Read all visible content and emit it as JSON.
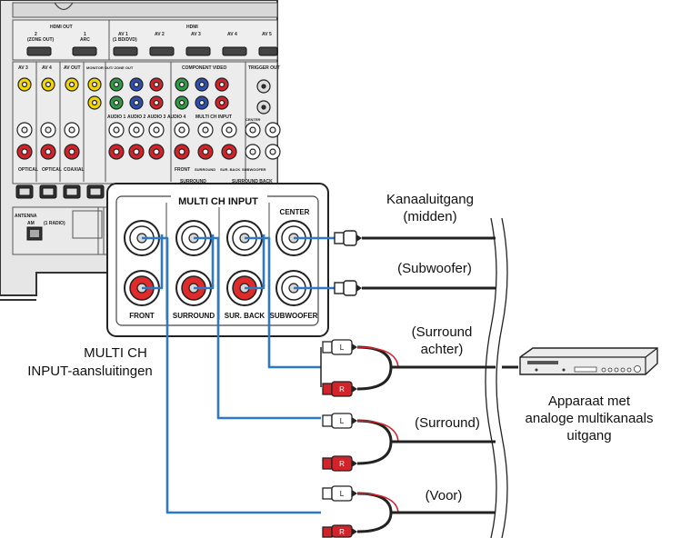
{
  "figure": {
    "receiver_labels": {
      "hdmi_out": "HDMI OUT",
      "hdmi_out_2": "2",
      "zone_out": "(ZONE OUT)",
      "hdmi_out_1": "1",
      "arc": "ARC",
      "hdmi": "HDMI",
      "av1": "AV 1",
      "av1_sub": "(1 BD/DVD)",
      "av2": "AV 2",
      "av3": "AV 3",
      "av4": "AV 4",
      "av5": "AV 5",
      "av3_left": "AV 3",
      "av4_left": "AV 4",
      "av_out": "AV OUT",
      "monitor_out": "MONITOR OUT/ ZONE OUT",
      "component_video": "COMPONENT VIDEO",
      "trigger_out": "TRIGGER OUT",
      "audio1": "AUDIO 1",
      "audio2": "AUDIO 2",
      "audio3": "AUDIO 3",
      "audio4": "AUDIO 4",
      "multi_ch_input_small": "MULTI CH INPUT",
      "optical_1": "OPTICAL",
      "optical_2": "OPTICAL",
      "coaxial": "COAXIAL",
      "antenna": "ANTENNA",
      "radio": "AM",
      "fm_radio": "(1 RADIO)",
      "surround_small": "SURROUND",
      "surround_back_small": "SURROUND BACK",
      "front_small": "FRONT",
      "surround_small_2": "SURROUND",
      "sur_back_small": "SUR. BACK",
      "subwoofer_small": "SUBWOOFER",
      "center_small": "CENTER"
    },
    "panel": {
      "title": "MULTI CH INPUT",
      "center": "CENTER",
      "front": "FRONT",
      "surround": "SURROUND",
      "sur_back": "SUR. BACK",
      "subwoofer": "SUBWOOFER"
    },
    "plug_letters": {
      "left": "L",
      "right": "R"
    },
    "captions": {
      "center_out_1": "Kanaaluitgang",
      "center_out_2": "(midden)",
      "subwoofer": "(Subwoofer)",
      "surround_back_1": "(Surround",
      "surround_back_2": "achter)",
      "surround": "(Surround)",
      "front": "(Voor)",
      "multi_ch_1": "MULTI CH",
      "multi_ch_2": "INPUT-aansluitingen",
      "device_1": "Apparaat met",
      "device_2": "analoge multikanaals",
      "device_3": "uitgang"
    },
    "colors": {
      "cable_blue": "#2f78c4",
      "plug_red": "#d2232a",
      "jack_red": "#e12a2a"
    }
  }
}
